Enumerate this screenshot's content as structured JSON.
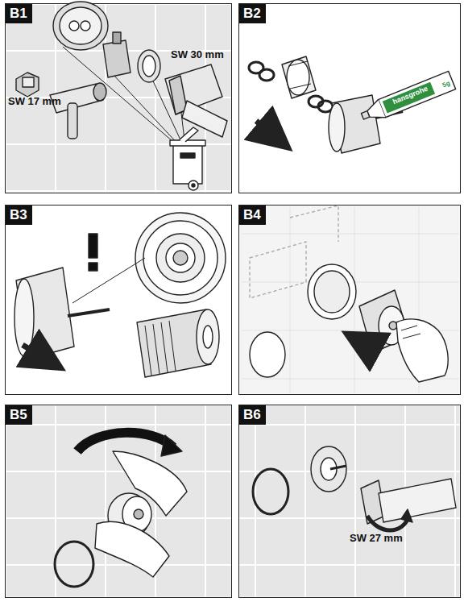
{
  "diagram": {
    "nodes": [
      {
        "text": [
          "B1"
        ]
      },
      {
        "text": [
          "B2"
        ]
      },
      {
        "text": [
          "B3"
        ]
      },
      {
        "text": [
          "B4"
        ]
      },
      {
        "text": [
          "B5"
        ]
      },
      {
        "text": [
          "B6"
        ]
      }
    ],
    "labels": [
      "SW 30 mm",
      "SW 17 mm",
      "hansgrohe",
      "5g",
      "SW 27 mm"
    ]
  }
}
